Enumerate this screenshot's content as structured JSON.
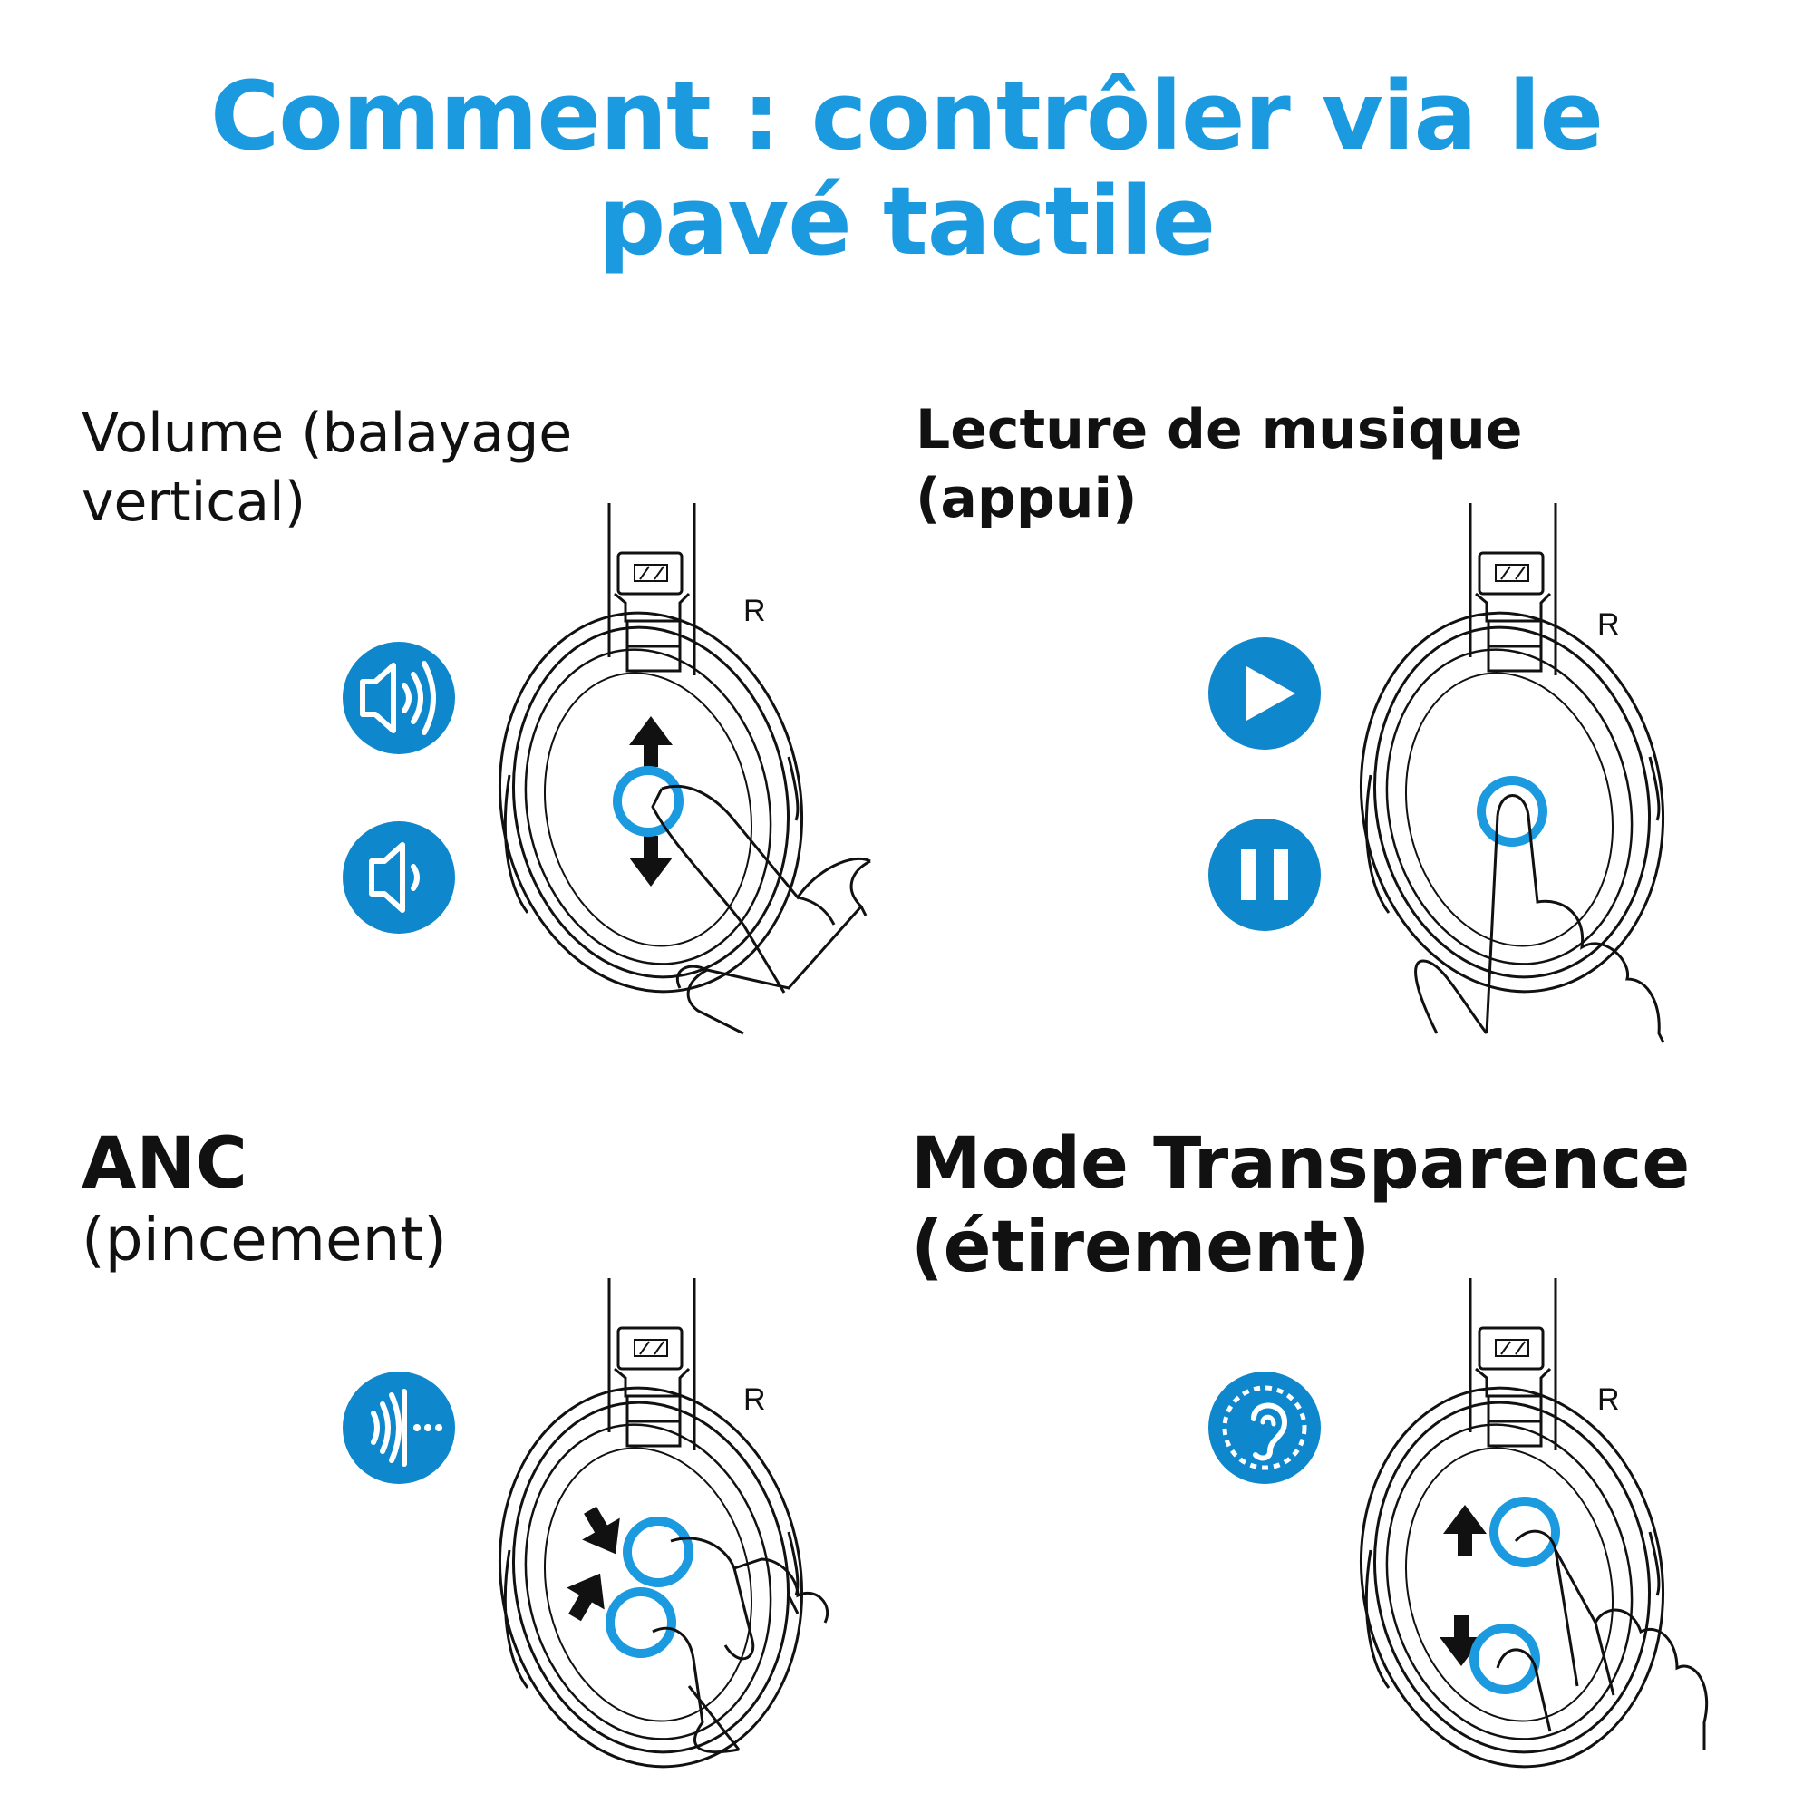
{
  "title": {
    "line1": "Comment : contrôler via le",
    "line2": "pavé tactile"
  },
  "sections": {
    "volume": {
      "line1": "Volume (balayage",
      "line2": "vertical)"
    },
    "music": {
      "line1": "Lecture de musique",
      "line2": "(appui)"
    },
    "anc": {
      "line1": "ANC",
      "line2": "(pincement)"
    },
    "transparency": {
      "line1": "Mode Transparence",
      "line2": "(étirement)"
    }
  },
  "side_marker": "R",
  "colors": {
    "accent": "#1b9ae0",
    "icon_fill": "#0f87cc",
    "ink": "#111111"
  },
  "icons": [
    "volume-up-icon",
    "volume-down-icon",
    "play-icon",
    "pause-icon",
    "anc-icon",
    "transparency-ear-icon"
  ]
}
